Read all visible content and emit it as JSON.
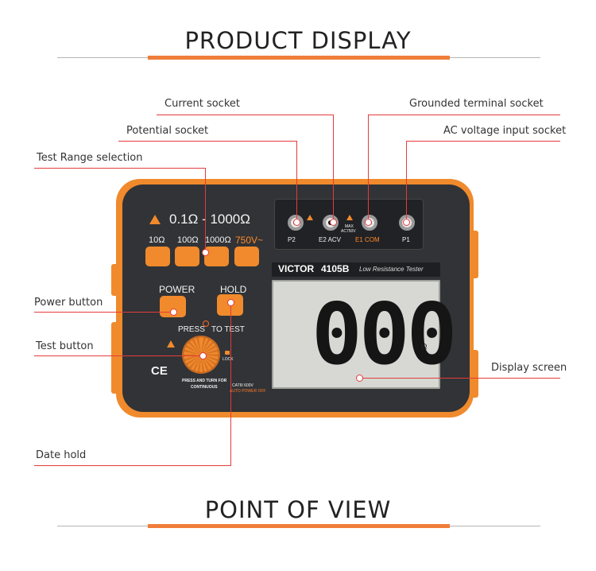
{
  "headings": {
    "product_display": "PRODUCT DISPLAY",
    "point_of_view": "POINT OF VIEW"
  },
  "callouts": {
    "current_socket": "Current socket",
    "grounded_terminal_socket": "Grounded terminal socket",
    "potential_socket": "Potential socket",
    "ac_voltage_input_socket": "AC voltage input socket",
    "test_range_selection": "Test Range selection",
    "power_button": "Power button",
    "test_button": "Test button",
    "display_screen": "Display screen",
    "date_hold": "Date hold"
  },
  "device": {
    "range_title": "0.1Ω - 1000Ω",
    "ranges": [
      "10Ω",
      "100Ω",
      "1000Ω",
      "750V~"
    ],
    "power_label": "POWER",
    "hold_label": "HOLD",
    "press_to_test": "PRESS   TO TEST",
    "lock_label": "LOCK",
    "press_turn_for": "PRESS AND TURN FOR",
    "continuous": "CONTINUOUS",
    "cat_rating": "CATIII 600V",
    "auto_power_off": "AUTO POWER OFF",
    "ce_mark": "CE",
    "brand": "VICTOR",
    "model": "4105B",
    "subtitle": "Low Resistance Tester",
    "display_value": "000",
    "unit": "Ω",
    "sockets": {
      "p2": "P2",
      "e2_acv": "E2 ACV",
      "e1_com": "E1 COM",
      "p1": "P1",
      "max_label": "MAX",
      "max_value": "AC750V"
    }
  },
  "colors": {
    "accent_orange": "#f08a2c",
    "callout_red": "#e53b3b",
    "body_dark": "#313336"
  }
}
